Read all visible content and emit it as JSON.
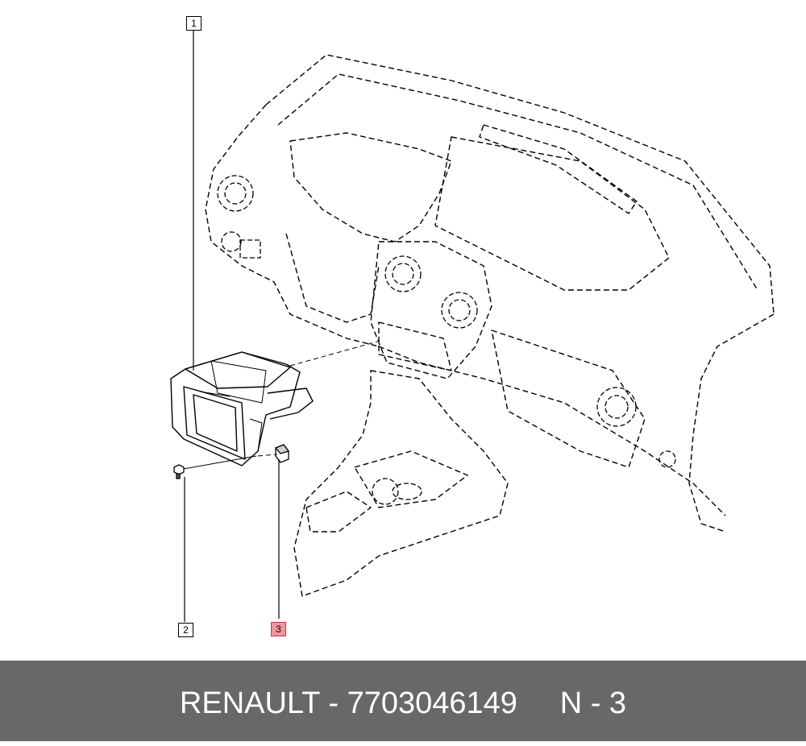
{
  "callouts": [
    {
      "label": "1"
    },
    {
      "label": "2"
    },
    {
      "label": "3"
    }
  ],
  "footer": {
    "brand": "RENAULT",
    "separator": " - ",
    "part_number": "7703046149",
    "gap": "     ",
    "ref": "N - 3"
  },
  "colors": {
    "footer_bg": "#686868",
    "footer_text": "#ffffff",
    "highlight": "#f0969a"
  }
}
